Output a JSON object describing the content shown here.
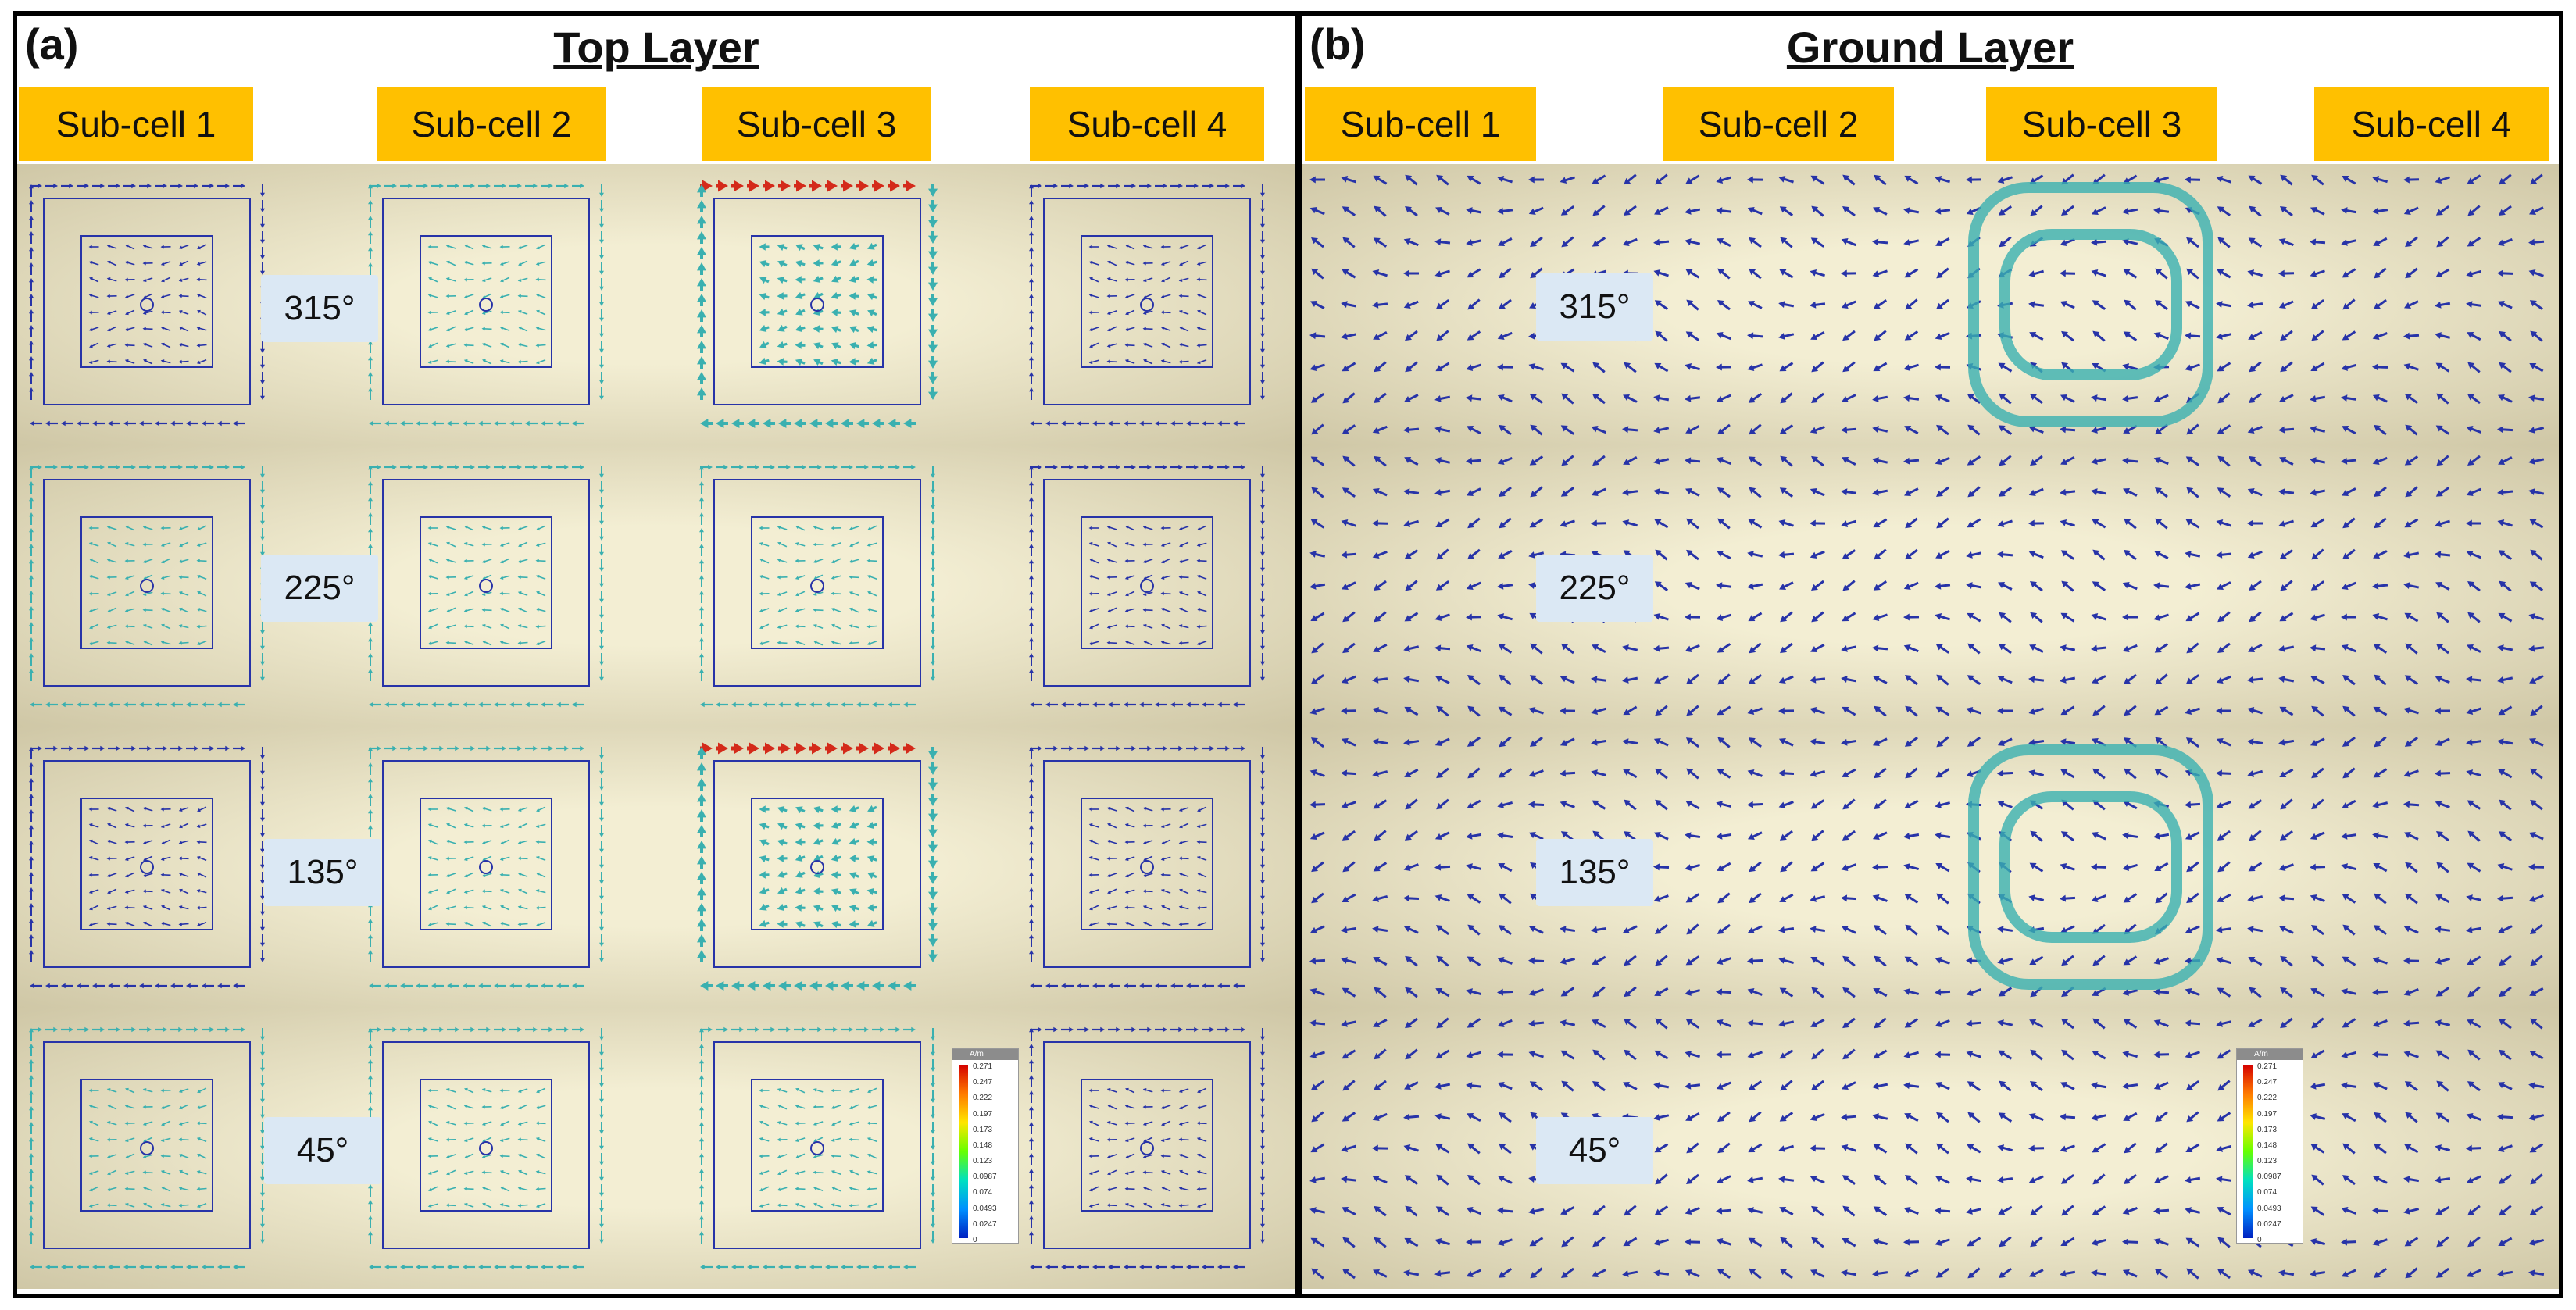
{
  "figure": {
    "panels": [
      {
        "letter": "(a)",
        "title": "Top Layer",
        "subcells": [
          "Sub-cell 1",
          "Sub-cell 2",
          "Sub-cell 3",
          "Sub-cell 4"
        ],
        "rows": [
          {
            "angle": "315°",
            "active_subcell": 3
          },
          {
            "angle": "225°",
            "active_subcell": 0
          },
          {
            "angle": "135°",
            "active_subcell": 3
          },
          {
            "angle": "45°",
            "active_subcell": 0
          }
        ],
        "colorbar": {
          "unit": "A/m",
          "ticks": [
            "0.271",
            "0.247",
            "0.222",
            "0.197",
            "0.173",
            "0.148",
            "0.123",
            "0.0987",
            "0.074",
            "0.0493",
            "0.0247",
            "0"
          ]
        }
      },
      {
        "letter": "(b)",
        "title": "Ground Layer",
        "subcells": [
          "Sub-cell 1",
          "Sub-cell 2",
          "Sub-cell 3",
          "Sub-cell 4"
        ],
        "rows": [
          {
            "angle": "315°",
            "active_subcell": 3
          },
          {
            "angle": "225°",
            "active_subcell": 0
          },
          {
            "angle": "135°",
            "active_subcell": 3
          },
          {
            "angle": "45°",
            "active_subcell": 0
          }
        ],
        "colorbar": {
          "unit": "A/m",
          "ticks": [
            "0.271",
            "0.247",
            "0.222",
            "0.197",
            "0.173",
            "0.148",
            "0.123",
            "0.0987",
            "0.074",
            "0.0493",
            "0.0247",
            "0"
          ]
        }
      }
    ],
    "colors": {
      "label_bg": "#ffc000",
      "angle_bg": "#dbe8f4",
      "arrow_low": "#2733a8",
      "arrow_mid": "#3ab0b0",
      "arrow_high": "#d42a1a",
      "bg_light": "#f3eed3",
      "bg_dark": "#cfc7a6"
    }
  }
}
